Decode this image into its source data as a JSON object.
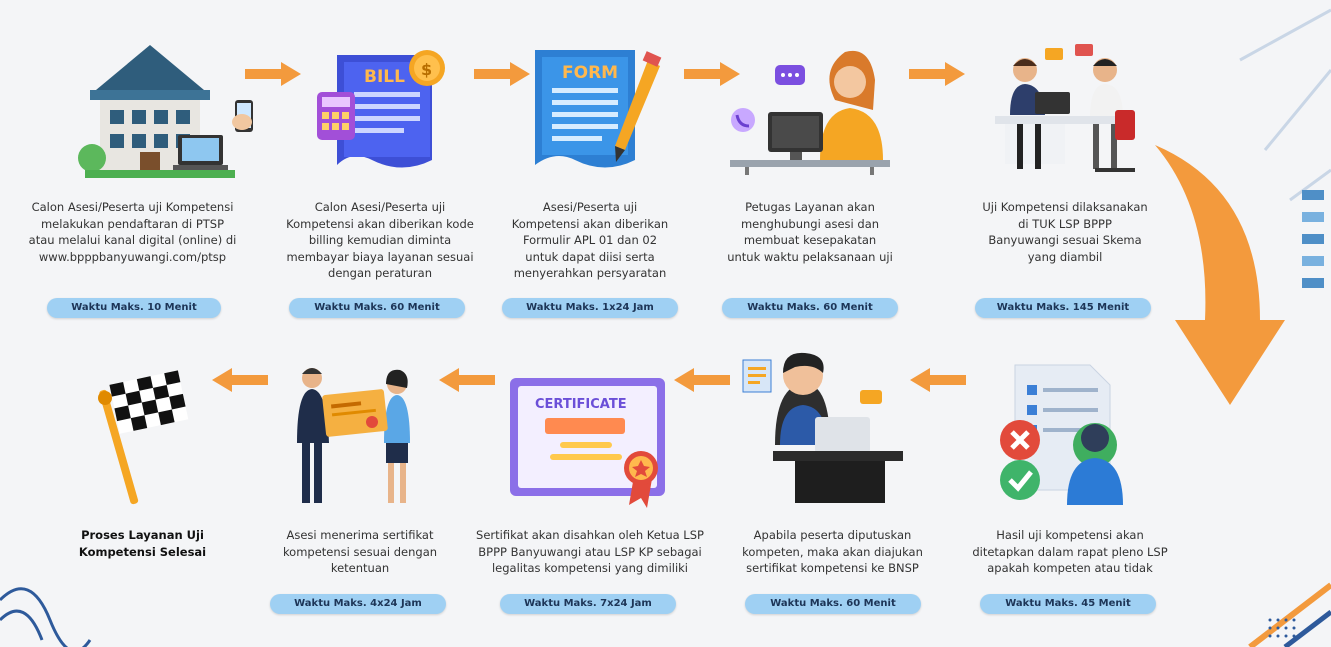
{
  "steps": [
    {
      "caption": "Calon Asesi/Peserta uji Kompetensi\nmelakukan pendaftaran di PTSP\natau melalui kanal digital (online) di\nwww.bpppbanyuwangi.com/ptsp",
      "time": "Waktu Maks. 10 Menit",
      "illustration": "building-phone-icon"
    },
    {
      "caption": "Calon Asesi/Peserta uji\nKompetensi akan diberikan kode\nbilling kemudian diminta\nmembayar biaya layanan sesuai\ndengan peraturan",
      "time": "Waktu Maks. 60 Menit",
      "illustration": "bill-icon",
      "label": "BILL"
    },
    {
      "caption": "Asesi/Peserta uji\nKompetensi akan diberikan\nFormulir APL 01 dan 02\nuntuk dapat diisi serta\nmenyerahkan persyaratan",
      "time": "Waktu Maks. 1x24 Jam",
      "illustration": "form-icon",
      "label": "FORM"
    },
    {
      "caption": "Petugas Layanan akan\nmenghubungi asesi dan\nmembuat kesepakatan\nuntuk waktu pelaksanaan uji",
      "time": "Waktu Maks. 60 Menit",
      "illustration": "call-center-icon"
    },
    {
      "caption": "Uji Kompetensi dilaksanakan\ndi TUK LSP BPPP\nBanyuwangi sesuai Skema\nyang diambil",
      "time": "Waktu Maks. 145 Menit",
      "illustration": "meeting-icon"
    },
    {
      "caption": "Hasil uji kompetensi akan\nditetapkan dalam rapat pleno LSP\napakah kompeten atau tidak",
      "time": "Waktu Maks. 45 Menit",
      "illustration": "evaluation-icon"
    },
    {
      "caption": "Apabila peserta diputuskan\nkompeten, maka akan diajukan\nsertifikat kompetensi ke BNSP",
      "time": "Waktu Maks. 60 Menit",
      "illustration": "office-worker-icon"
    },
    {
      "caption": "Sertifikat akan disahkan oleh Ketua LSP\nBPPP Banyuwangi atau LSP KP sebagai\nlegalitas kompetensi yang dimiliki",
      "time": "Waktu Maks. 7x24 Jam",
      "illustration": "certificate-icon",
      "label": "CERTIFICATE"
    },
    {
      "caption": "Asesi menerima sertifikat\nkompetensi sesuai dengan\nketentuan",
      "time": "Waktu Maks. 4x24 Jam",
      "illustration": "handover-icon"
    },
    {
      "caption": "Proses Layanan Uji\nKompetensi Selesai",
      "time": "",
      "illustration": "finish-flag-icon"
    }
  ],
  "colors": {
    "arrow": "#f39a3d",
    "badge": "#9fd0f3",
    "badge_text": "#1d3557"
  }
}
